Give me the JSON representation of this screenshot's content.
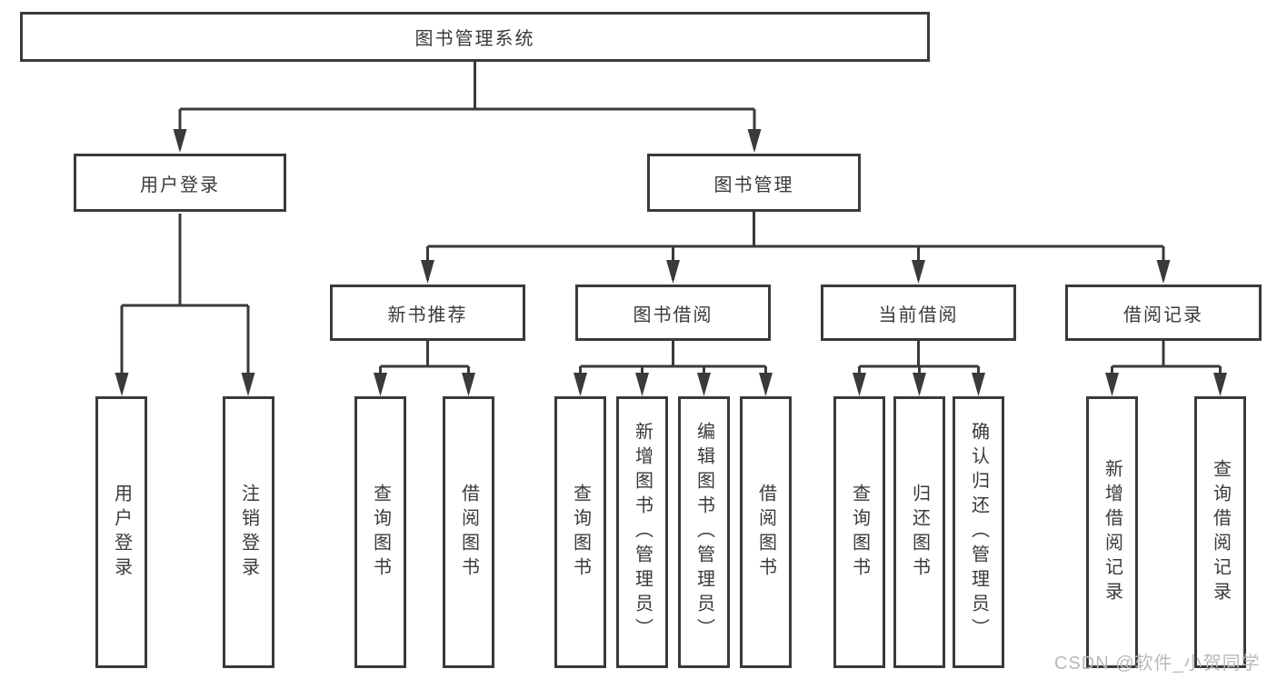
{
  "tree": {
    "root": {
      "label": "图书管理系统",
      "children": [
        {
          "label": "用户登录",
          "children": [
            {
              "label": "用户登录"
            },
            {
              "label": "注销登录"
            }
          ]
        },
        {
          "label": "图书管理",
          "children": [
            {
              "label": "新书推荐",
              "children": [
                {
                  "label": "查询图书"
                },
                {
                  "label": "借阅图书"
                }
              ]
            },
            {
              "label": "图书借阅",
              "children": [
                {
                  "label": "查询图书"
                },
                {
                  "label": "新增图书（管理员）"
                },
                {
                  "label": "编辑图书（管理员）"
                },
                {
                  "label": "借阅图书"
                }
              ]
            },
            {
              "label": "当前借阅",
              "children": [
                {
                  "label": "查询图书"
                },
                {
                  "label": "归还图书"
                },
                {
                  "label": "确认归还（管理员）"
                }
              ]
            },
            {
              "label": "借阅记录",
              "children": [
                {
                  "label": "新增借阅记录"
                },
                {
                  "label": "查询借阅记录"
                }
              ]
            }
          ]
        }
      ]
    }
  },
  "watermark": "CSDN @软件_小贺同学",
  "colors": {
    "line": "#3a3a3a",
    "text": "#3a3a3a",
    "background": "#ffffff",
    "watermark": "#b9b9b9"
  }
}
